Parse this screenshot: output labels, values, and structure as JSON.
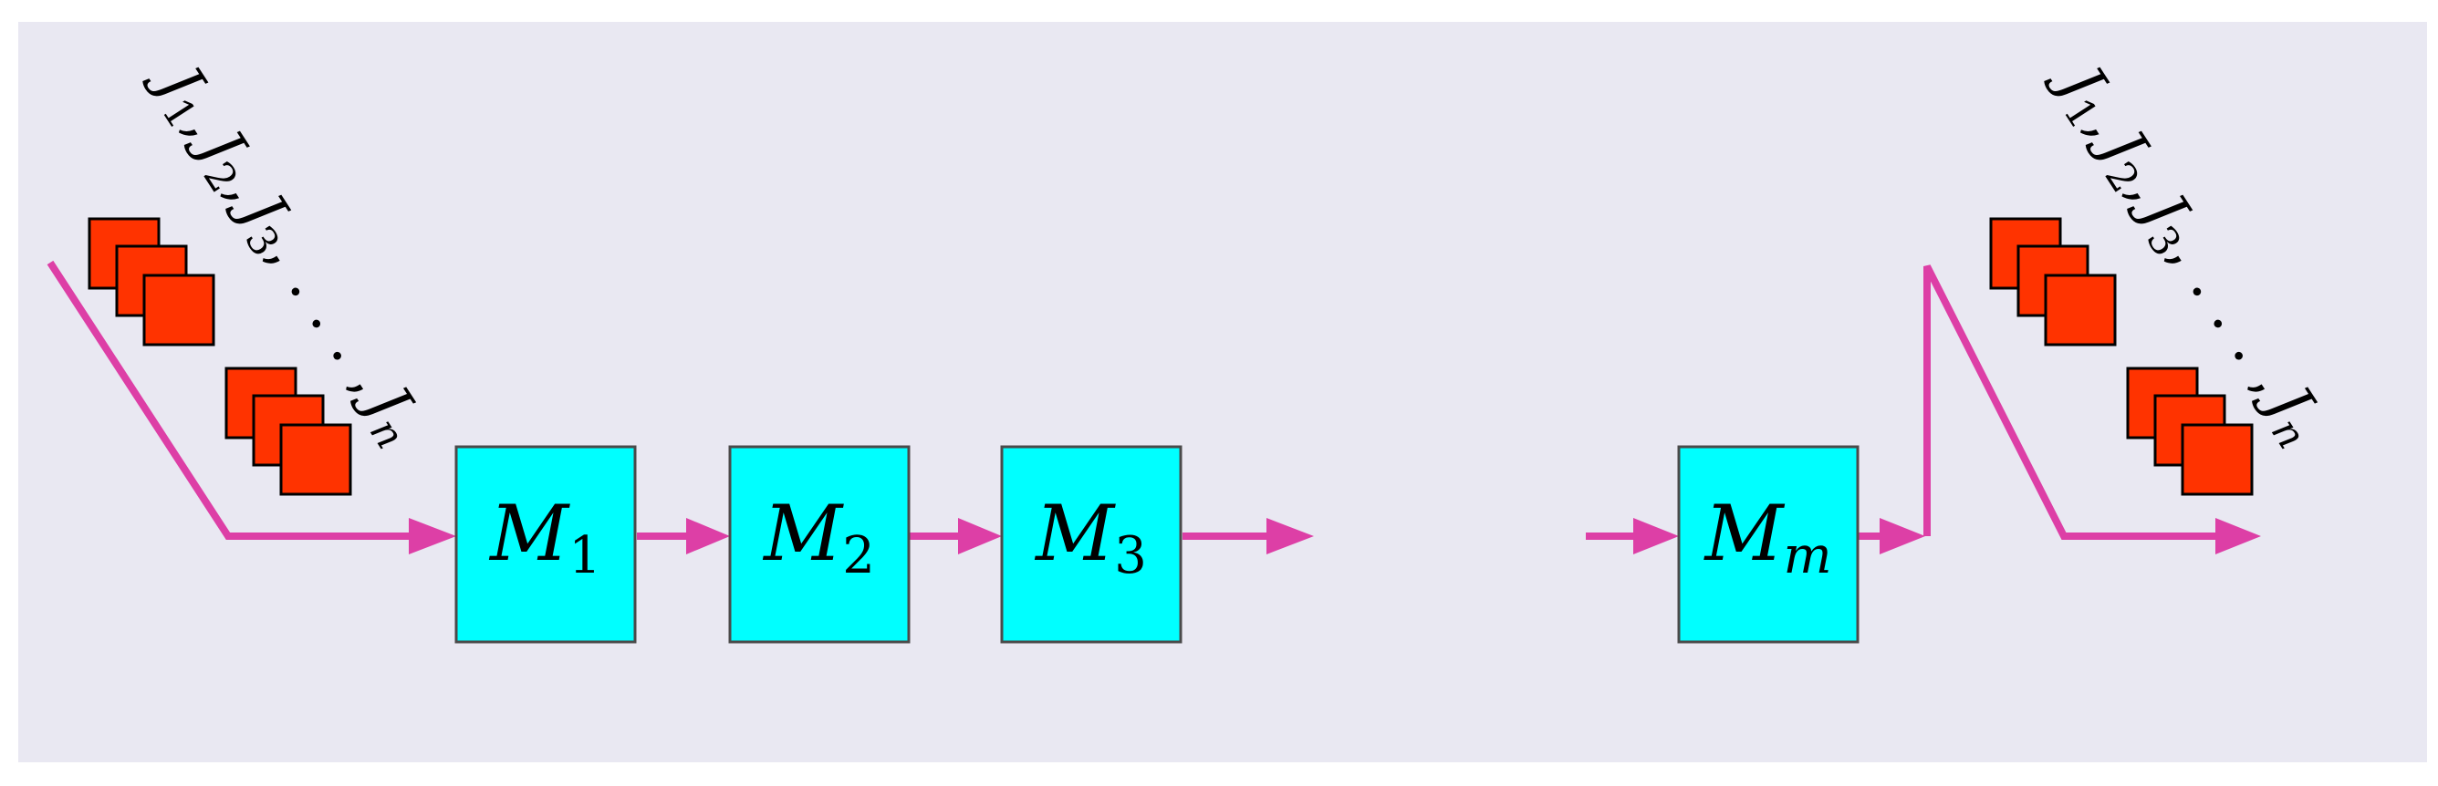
{
  "diagram": {
    "colors": {
      "background": "#e9e8f2",
      "flow": "#dd3fa6",
      "machine_fill": "#00ffff",
      "machine_stroke": "#4a4a4a",
      "job_fill": "#ff3300",
      "job_stroke": "#000000"
    },
    "machines": [
      {
        "letter": "M",
        "sub": "1"
      },
      {
        "letter": "M",
        "sub": "2"
      },
      {
        "letter": "M",
        "sub": "3"
      },
      {
        "letter": "M",
        "sub": "m"
      }
    ],
    "job_sequence_input": {
      "jobs": [
        {
          "letter": "J",
          "sub": "1",
          "sep": ","
        },
        {
          "letter": "J",
          "sub": "2",
          "sep": ","
        },
        {
          "letter": "J",
          "sub": "3",
          "sep": ", . . . ,"
        },
        {
          "letter": "J",
          "sub": "n",
          "sep": ""
        }
      ]
    },
    "job_sequence_output": {
      "jobs": [
        {
          "letter": "J",
          "sub": "1",
          "sep": ","
        },
        {
          "letter": "J",
          "sub": "2",
          "sep": ","
        },
        {
          "letter": "J",
          "sub": "3",
          "sep": ", . . . ,"
        },
        {
          "letter": "J",
          "sub": "n",
          "sep": ""
        }
      ]
    }
  }
}
